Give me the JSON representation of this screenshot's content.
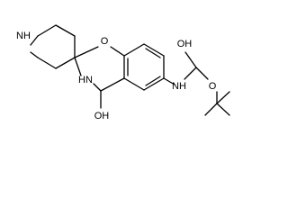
{
  "molecule": {
    "atoms": {
      "nh_piperidine": "NH",
      "o_ring": "O",
      "nh_amide": "HN",
      "oh_lactam": "OH",
      "nh_carbamate": "NH",
      "o_ester": "O",
      "oh_carbamate": "OH"
    }
  }
}
